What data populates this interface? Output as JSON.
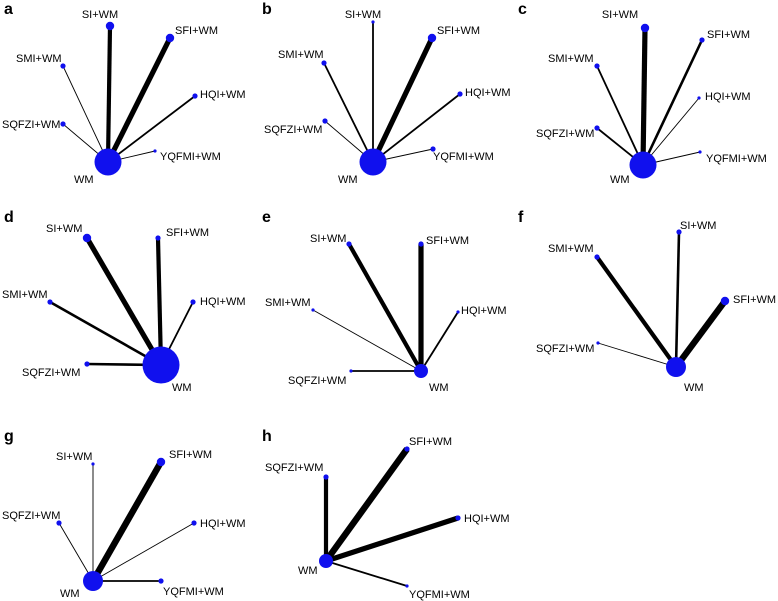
{
  "figure": {
    "node_color": "#1010ee",
    "edge_color": "#000000",
    "panels": [
      {
        "letter": "a",
        "center": "WM",
        "nodes": [
          {
            "name": "WM",
            "size": 5
          },
          {
            "name": "SI+WM",
            "size": 2
          },
          {
            "name": "SFI+WM",
            "size": 2
          },
          {
            "name": "SMI+WM",
            "size": 1
          },
          {
            "name": "HQI+WM",
            "size": 1
          },
          {
            "name": "SQFZI+WM",
            "size": 1
          },
          {
            "name": "YQFMI+WM",
            "size": 0
          }
        ],
        "edges": [
          {
            "from": "WM",
            "to": "SI+WM",
            "weight": 5
          },
          {
            "from": "WM",
            "to": "SFI+WM",
            "weight": 6
          },
          {
            "from": "WM",
            "to": "SMI+WM",
            "weight": 1
          },
          {
            "from": "WM",
            "to": "HQI+WM",
            "weight": 2
          },
          {
            "from": "WM",
            "to": "SQFZI+WM",
            "weight": 1
          },
          {
            "from": "WM",
            "to": "YQFMI+WM",
            "weight": 1
          }
        ]
      },
      {
        "letter": "b",
        "center": "WM",
        "nodes": [
          {
            "name": "WM",
            "size": 5
          },
          {
            "name": "SI+WM",
            "size": 0
          },
          {
            "name": "SFI+WM",
            "size": 2
          },
          {
            "name": "SMI+WM",
            "size": 1
          },
          {
            "name": "HQI+WM",
            "size": 1
          },
          {
            "name": "SQFZI+WM",
            "size": 1
          },
          {
            "name": "YQFMI+WM",
            "size": 1
          }
        ],
        "edges": [
          {
            "from": "WM",
            "to": "SI+WM",
            "weight": 2
          },
          {
            "from": "WM",
            "to": "SFI+WM",
            "weight": 6
          },
          {
            "from": "WM",
            "to": "SMI+WM",
            "weight": 2
          },
          {
            "from": "WM",
            "to": "HQI+WM",
            "weight": 2
          },
          {
            "from": "WM",
            "to": "SQFZI+WM",
            "weight": 1
          },
          {
            "from": "WM",
            "to": "YQFMI+WM",
            "weight": 1
          }
        ]
      },
      {
        "letter": "c",
        "center": "WM",
        "nodes": [
          {
            "name": "WM",
            "size": 5
          },
          {
            "name": "SI+WM",
            "size": 2
          },
          {
            "name": "SFI+WM",
            "size": 1
          },
          {
            "name": "SMI+WM",
            "size": 1
          },
          {
            "name": "HQI+WM",
            "size": 0
          },
          {
            "name": "SQFZI+WM",
            "size": 1
          },
          {
            "name": "YQFMI+WM",
            "size": 0
          }
        ],
        "edges": [
          {
            "from": "WM",
            "to": "SI+WM",
            "weight": 6
          },
          {
            "from": "WM",
            "to": "SFI+WM",
            "weight": 3
          },
          {
            "from": "WM",
            "to": "SMI+WM",
            "weight": 2
          },
          {
            "from": "WM",
            "to": "HQI+WM",
            "weight": 1
          },
          {
            "from": "WM",
            "to": "SQFZI+WM",
            "weight": 2
          },
          {
            "from": "WM",
            "to": "YQFMI+WM",
            "weight": 1
          }
        ]
      },
      {
        "letter": "d",
        "center": "WM",
        "nodes": [
          {
            "name": "WM",
            "size": 6
          },
          {
            "name": "SI+WM",
            "size": 2
          },
          {
            "name": "SFI+WM",
            "size": 1
          },
          {
            "name": "SMI+WM",
            "size": 1
          },
          {
            "name": "HQI+WM",
            "size": 1
          },
          {
            "name": "SQFZI+WM",
            "size": 1
          }
        ],
        "edges": [
          {
            "from": "WM",
            "to": "SI+WM",
            "weight": 6
          },
          {
            "from": "WM",
            "to": "SFI+WM",
            "weight": 5
          },
          {
            "from": "WM",
            "to": "SMI+WM",
            "weight": 3
          },
          {
            "from": "WM",
            "to": "HQI+WM",
            "weight": 2
          },
          {
            "from": "WM",
            "to": "SQFZI+WM",
            "weight": 3
          }
        ]
      },
      {
        "letter": "e",
        "center": "WM",
        "nodes": [
          {
            "name": "WM",
            "size": 3
          },
          {
            "name": "SI+WM",
            "size": 1
          },
          {
            "name": "SFI+WM",
            "size": 1
          },
          {
            "name": "SMI+WM",
            "size": 0
          },
          {
            "name": "HQI+WM",
            "size": 0
          },
          {
            "name": "SQFZI+WM",
            "size": 0
          }
        ],
        "edges": [
          {
            "from": "WM",
            "to": "SI+WM",
            "weight": 5
          },
          {
            "from": "WM",
            "to": "SFI+WM",
            "weight": 6
          },
          {
            "from": "WM",
            "to": "SMI+WM",
            "weight": 1
          },
          {
            "from": "WM",
            "to": "HQI+WM",
            "weight": 2
          },
          {
            "from": "WM",
            "to": "SQFZI+WM",
            "weight": 2
          }
        ]
      },
      {
        "letter": "f",
        "center": "WM",
        "nodes": [
          {
            "name": "WM",
            "size": 4
          },
          {
            "name": "SI+WM",
            "size": 1
          },
          {
            "name": "SMI+WM",
            "size": 1
          },
          {
            "name": "SFI+WM",
            "size": 2
          },
          {
            "name": "SQFZI+WM",
            "size": 0
          }
        ],
        "edges": [
          {
            "from": "WM",
            "to": "SI+WM",
            "weight": 3
          },
          {
            "from": "WM",
            "to": "SMI+WM",
            "weight": 5
          },
          {
            "from": "WM",
            "to": "SFI+WM",
            "weight": 7
          },
          {
            "from": "WM",
            "to": "SQFZI+WM",
            "weight": 1
          }
        ]
      },
      {
        "letter": "g",
        "center": "WM",
        "nodes": [
          {
            "name": "WM",
            "size": 4
          },
          {
            "name": "SI+WM",
            "size": 0
          },
          {
            "name": "SFI+WM",
            "size": 2
          },
          {
            "name": "SQFZI+WM",
            "size": 1
          },
          {
            "name": "HQI+WM",
            "size": 1
          },
          {
            "name": "YQFMI+WM",
            "size": 1
          }
        ],
        "edges": [
          {
            "from": "WM",
            "to": "SI+WM",
            "weight": 1
          },
          {
            "from": "WM",
            "to": "SFI+WM",
            "weight": 7
          },
          {
            "from": "WM",
            "to": "SQFZI+WM",
            "weight": 1
          },
          {
            "from": "WM",
            "to": "HQI+WM",
            "weight": 1
          },
          {
            "from": "WM",
            "to": "YQFMI+WM",
            "weight": 2
          }
        ]
      },
      {
        "letter": "h",
        "center": "WM",
        "nodes": [
          {
            "name": "WM",
            "size": 3
          },
          {
            "name": "SQFZI+WM",
            "size": 1
          },
          {
            "name": "SFI+WM",
            "size": 1
          },
          {
            "name": "HQI+WM",
            "size": 1
          },
          {
            "name": "YQFMI+WM",
            "size": 0
          }
        ],
        "edges": [
          {
            "from": "WM",
            "to": "SQFZI+WM",
            "weight": 5
          },
          {
            "from": "WM",
            "to": "SFI+WM",
            "weight": 7
          },
          {
            "from": "WM",
            "to": "HQI+WM",
            "weight": 6
          },
          {
            "from": "WM",
            "to": "YQFMI+WM",
            "weight": 2
          }
        ]
      }
    ]
  }
}
